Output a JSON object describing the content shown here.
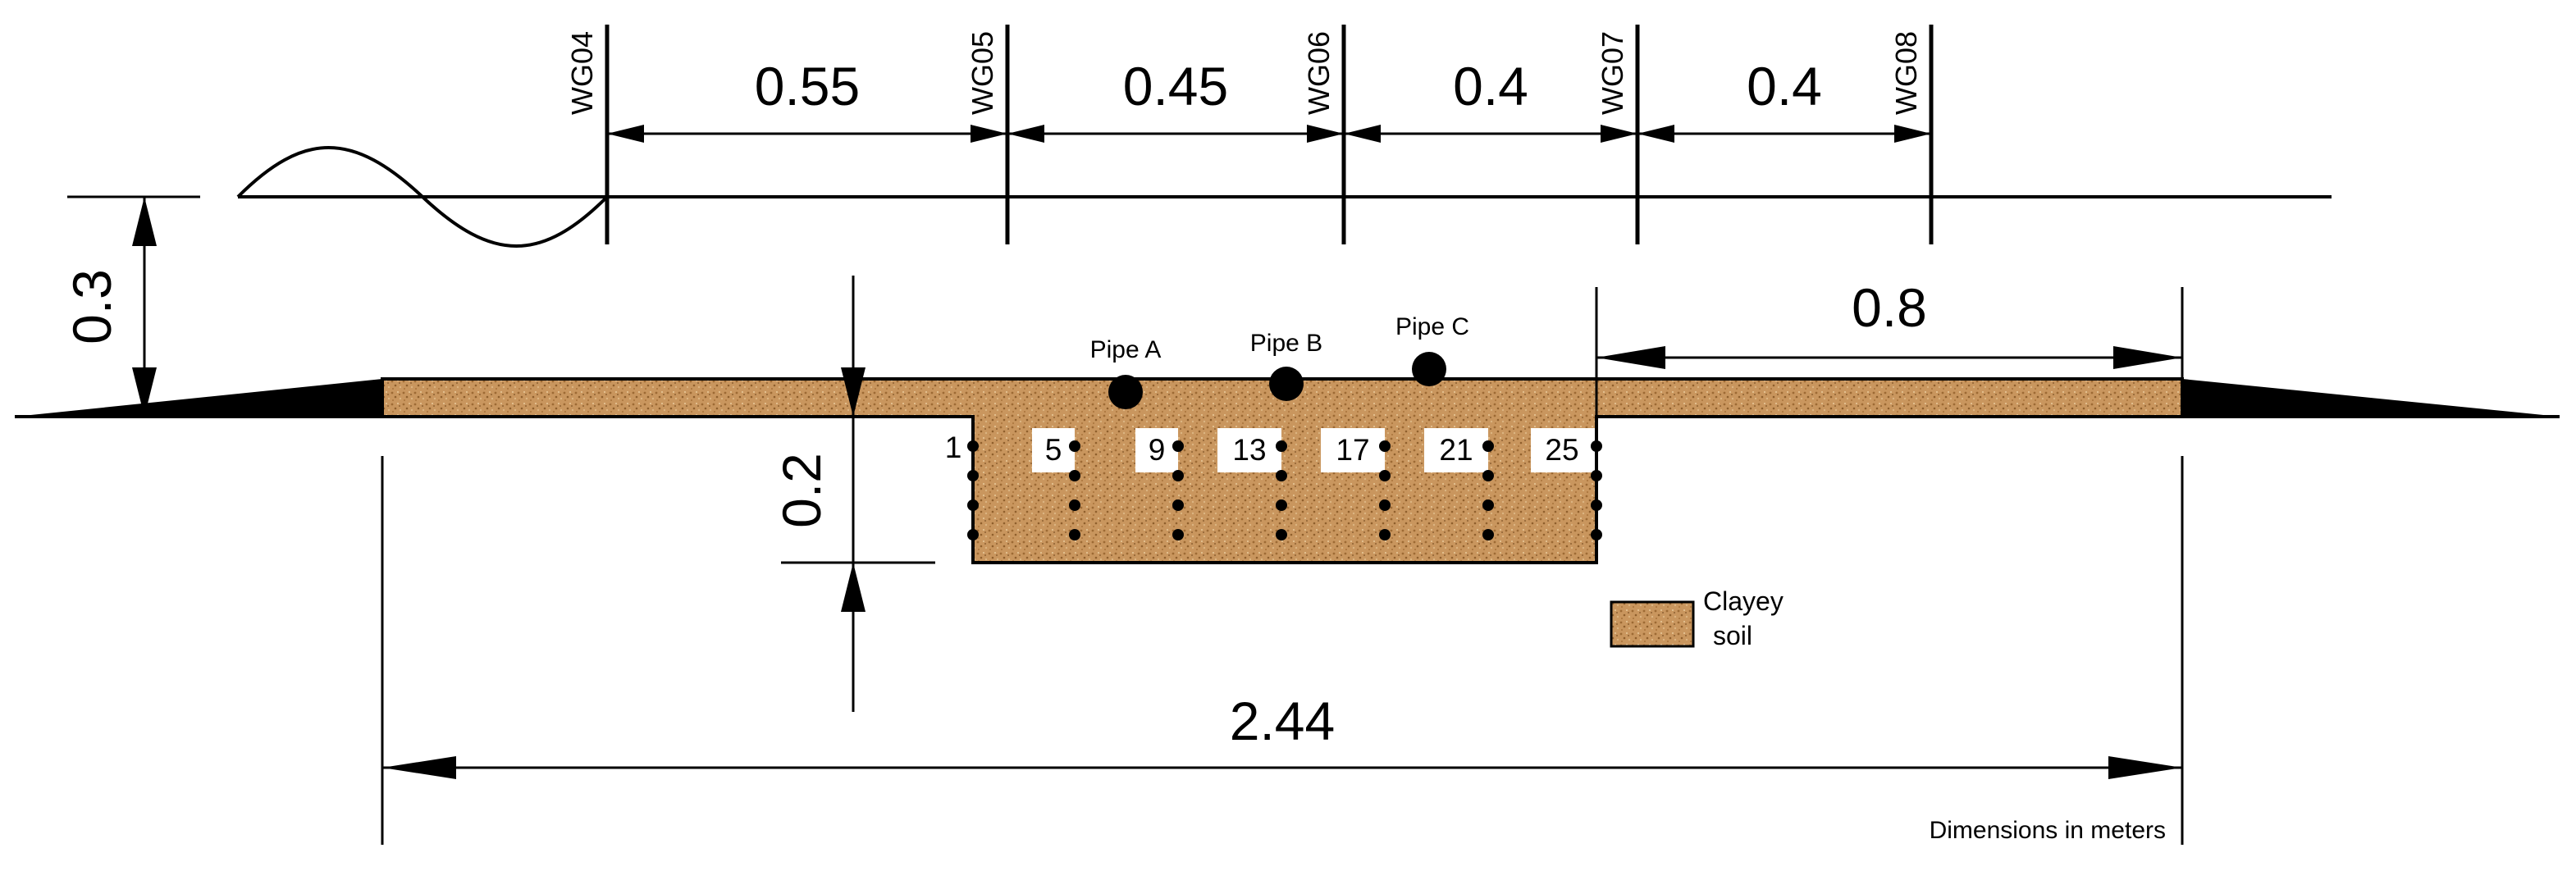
{
  "gauges": [
    {
      "label": "WG04"
    },
    {
      "label": "WG05"
    },
    {
      "label": "WG06"
    },
    {
      "label": "WG07"
    },
    {
      "label": "WG08"
    }
  ],
  "gauge_spacings": [
    "0.55",
    "0.45",
    "0.4",
    "0.4"
  ],
  "water_depth": "0.3",
  "trench_depth": "0.2",
  "berm_length": "0.8",
  "total_length": "2.44",
  "pipes": [
    {
      "label": "Pipe A"
    },
    {
      "label": "Pipe B"
    },
    {
      "label": "Pipe C"
    }
  ],
  "sensor_columns": [
    {
      "label": "1"
    },
    {
      "label": "5"
    },
    {
      "label": "9"
    },
    {
      "label": "13"
    },
    {
      "label": "17"
    },
    {
      "label": "21"
    },
    {
      "label": "25"
    }
  ],
  "legend": {
    "line1": "Clayey",
    "line2": "soil"
  },
  "note": "Dimensions in meters",
  "colors": {
    "soil": "#c9965e",
    "soil_dark": "#a8733a",
    "ink": "#000000"
  }
}
